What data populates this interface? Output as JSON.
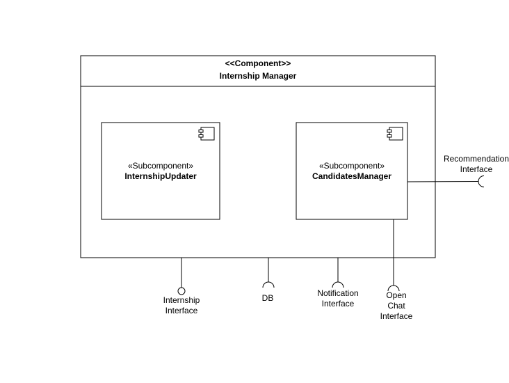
{
  "component": {
    "stereotype": "<<Component>>",
    "name": "Internship Manager"
  },
  "subcomponents": [
    {
      "stereotype": "«Subcomponent»",
      "name": "InternshipUpdater"
    },
    {
      "stereotype": "«Subcomponent»",
      "name": "CandidatesManager"
    }
  ],
  "interfaces": {
    "internship": [
      "Internship",
      "Interface"
    ],
    "db": [
      "DB"
    ],
    "notification": [
      "Notification",
      "Interface"
    ],
    "open_chat": [
      "Open",
      "Chat",
      "Interface"
    ],
    "recommendation": [
      "Recommendation",
      "Interface"
    ]
  },
  "icons": [
    "component-icon",
    "component-icon"
  ],
  "colors": {
    "stroke": "#000000",
    "background": "#ffffff"
  }
}
